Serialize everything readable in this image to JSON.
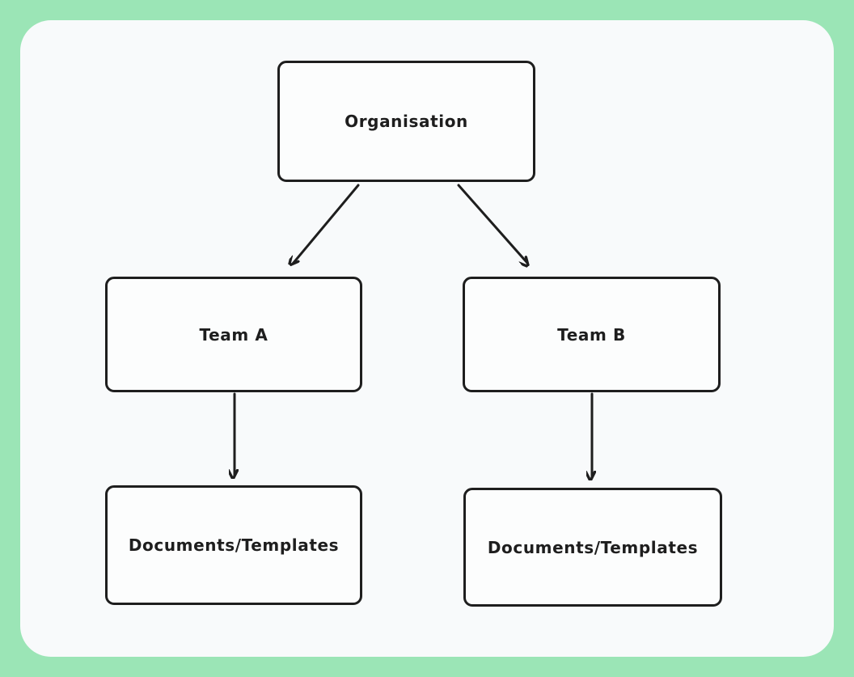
{
  "canvas": {
    "background_color": "#9be5b6",
    "panel_color": "#f8fafb",
    "stroke_color": "#1e1e1e",
    "node_fill_color": "#fcfdfd"
  },
  "diagram": {
    "type": "org-chart-flowchart",
    "style": "hand-drawn (Excalidraw-like)",
    "nodes": [
      {
        "id": "organisation",
        "label": "Organisation"
      },
      {
        "id": "team-a",
        "label": "Team A"
      },
      {
        "id": "team-b",
        "label": "Team B"
      },
      {
        "id": "docs-a",
        "label": "Documents/Templates"
      },
      {
        "id": "docs-b",
        "label": "Documents/Templates"
      }
    ],
    "edges": [
      {
        "from": "organisation",
        "to": "team-a",
        "arrowhead": "end"
      },
      {
        "from": "organisation",
        "to": "team-b",
        "arrowhead": "end"
      },
      {
        "from": "team-a",
        "to": "docs-a",
        "arrowhead": "end"
      },
      {
        "from": "team-b",
        "to": "docs-b",
        "arrowhead": "end"
      }
    ]
  }
}
